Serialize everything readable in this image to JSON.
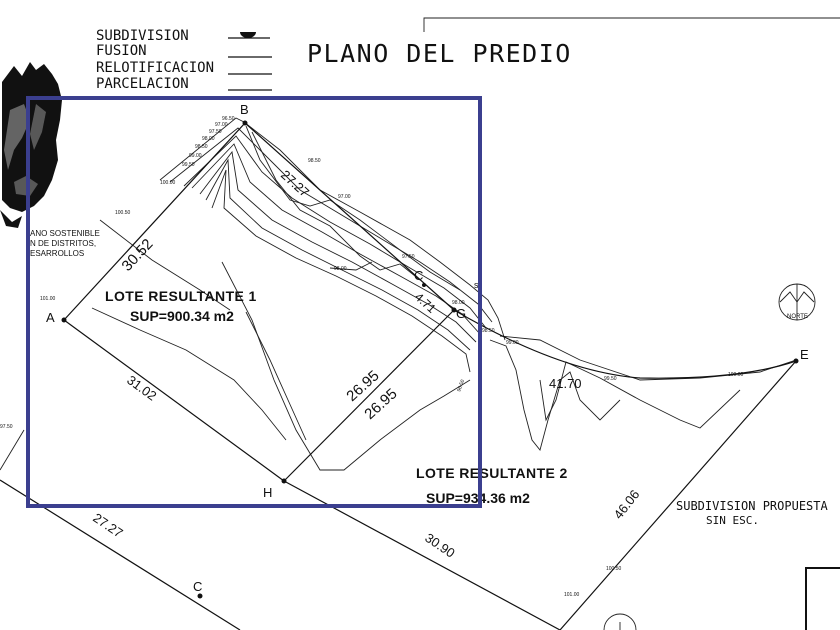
{
  "legend": {
    "items": [
      "SUBDIVISION",
      "FUSION",
      "RELOTIFICACION",
      "PARCELACION"
    ]
  },
  "title": "PLANO DEL PREDIO",
  "agency_text": [
    "ANO SOSTENIBLE",
    "N DE DISTRITOS,",
    "ESARROLLOS"
  ],
  "points": {
    "A": "A",
    "B": "B",
    "C": "C",
    "E": "E",
    "G": "G",
    "H": "H",
    "C2": "C"
  },
  "edges": {
    "ab": "30.52",
    "bc": "27.27",
    "cg": "4.71",
    "ah": "31.02",
    "gh_1": "26.95",
    "gh_2": "26.95",
    "ge": "41.70",
    "eh": "46.06",
    "bottom": "30.90",
    "left_bc": "27.27"
  },
  "lot1": {
    "name": "LOTE RESULTANTE 1",
    "area": "SUP=900.34  m2"
  },
  "lot2": {
    "name": "LOTE RESULTANTE 2",
    "area": "SUP=934.36  m2"
  },
  "proposal": {
    "title": "SUBDIVISION PROPUESTA",
    "scale": "SIN ESC."
  },
  "north": "NORTE",
  "contours": {
    "c9850a": "98.50",
    "c9800a": "98.00",
    "c9750a": "97.50",
    "c9700a": "97.00",
    "c9950": "99.50",
    "c9900": "99.00",
    "c10000": "100.00",
    "c10050": "100.50",
    "c10100": "101.00",
    "c9650": "96.50",
    "c9700b": "97.00",
    "c9750b": "97.50",
    "c9800b": "98.00",
    "c9850b": "98.50",
    "c9900b": "99.00",
    "c9950b": "99.50",
    "c10000b": "100.00",
    "c10050b": "100.50",
    "c10100b": "101.00",
    "c9650b": "96.50",
    "c9750c": "97.50",
    "c9800c": "98.00",
    "c9850c": "98.50"
  },
  "colors": {
    "frame": "#3b3f8f",
    "ink": "#111111"
  },
  "icons": {
    "logo": "coat-of-arms-icon",
    "north": "north-arrow-icon",
    "compass": "compass-icon"
  }
}
